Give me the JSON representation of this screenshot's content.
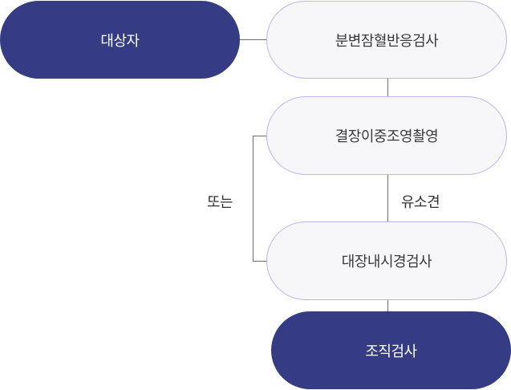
{
  "nodes": {
    "subject": "대상자",
    "fecal_test": "분변잠혈반응검사",
    "barium_enema": "결장이중조영촬영",
    "colonoscopy": "대장내시경검사",
    "biopsy": "조직검사"
  },
  "labels": {
    "or": "또는",
    "if_findings": "유소견"
  },
  "colors": {
    "dark_node": "#353c84",
    "light_node_bg": "#f7f7f9",
    "light_node_border": "#b9b6ea",
    "connector": "#6e6e6e"
  }
}
